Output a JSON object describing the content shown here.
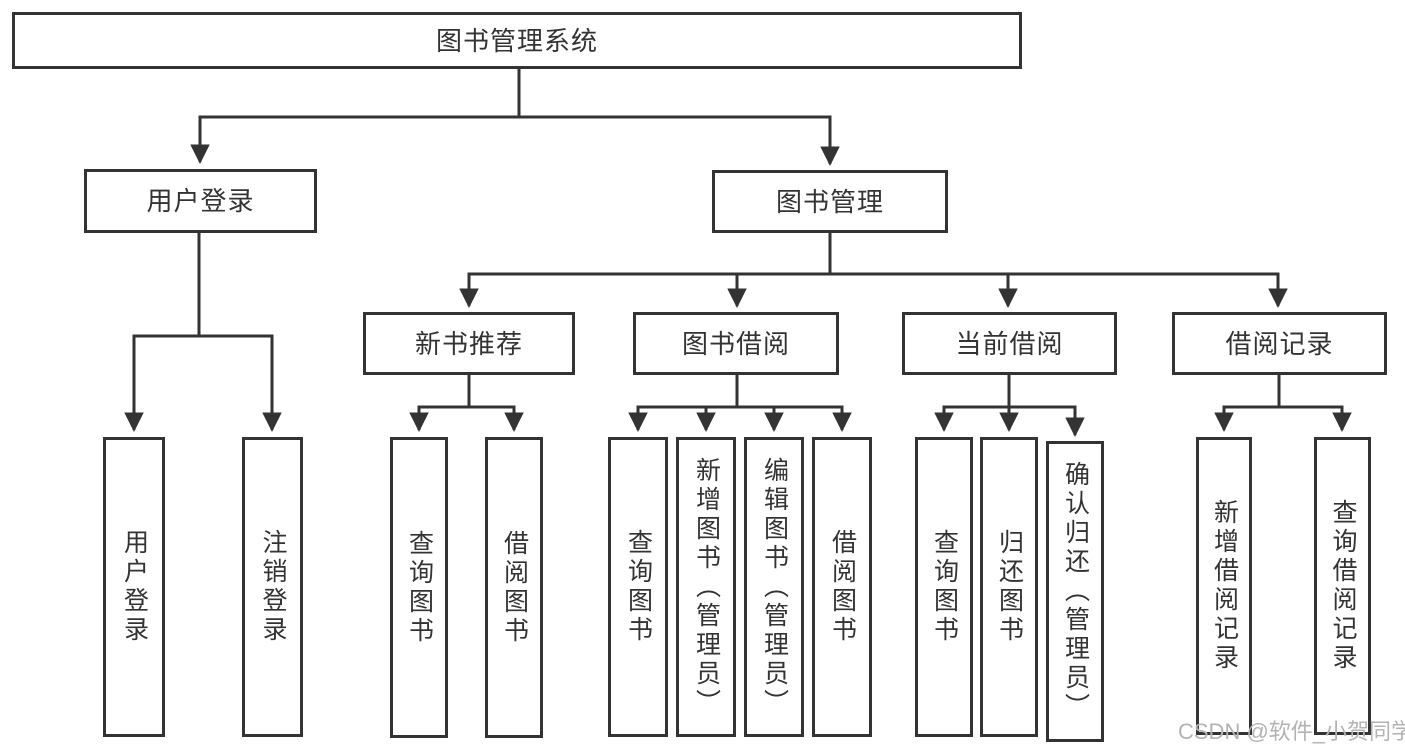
{
  "tree": {
    "root": "图书管理系统",
    "branches": [
      {
        "label": "用户登录",
        "children": [
          {
            "label": "用户登录"
          },
          {
            "label": "注销登录"
          }
        ]
      },
      {
        "label": "图书管理",
        "children": [
          {
            "label": "新书推荐",
            "children": [
              {
                "label": "查询图书"
              },
              {
                "label": "借阅图书"
              }
            ]
          },
          {
            "label": "图书借阅",
            "children": [
              {
                "label": "查询图书"
              },
              {
                "label": "新增图书（管理员）"
              },
              {
                "label": "编辑图书（管理员）"
              },
              {
                "label": "借阅图书"
              }
            ]
          },
          {
            "label": "当前借阅",
            "children": [
              {
                "label": "查询图书"
              },
              {
                "label": "归还图书"
              },
              {
                "label": "确认归还（管理员）"
              }
            ]
          },
          {
            "label": "借阅记录",
            "children": [
              {
                "label": "新增借阅记录"
              },
              {
                "label": "查询借阅记录"
              }
            ]
          }
        ]
      }
    ]
  },
  "watermark": {
    "text": "CSDN @软件_小贺同学"
  },
  "colors": {
    "line": "#333333",
    "text": "#333333",
    "box_background": "#ffffff",
    "watermark": "#b3b3b3"
  }
}
